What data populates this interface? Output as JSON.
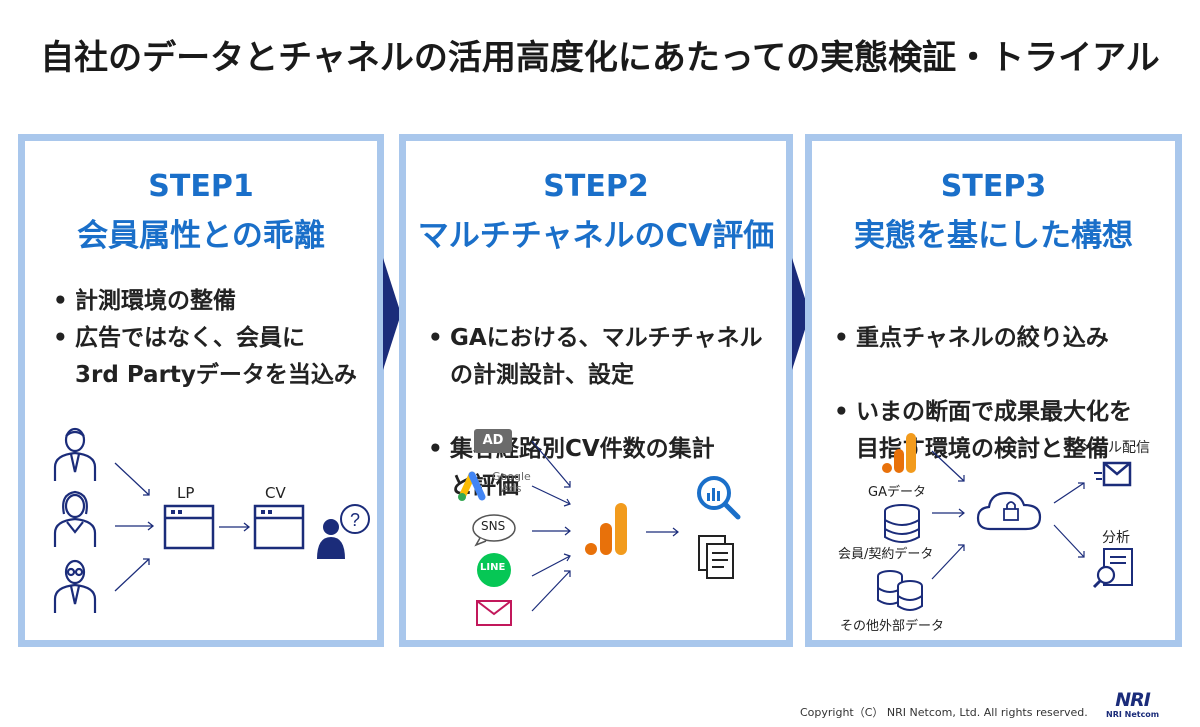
{
  "title": "自社のデータとチャネルの活用高度化にあたっての実態検証・トライアル",
  "steps": [
    {
      "number": "STEP1",
      "heading": "会員属性との乖離",
      "bullets": [
        "計測環境の整備",
        "広告ではなく、会員に\n3rd Partyデータを当込み"
      ],
      "labels": {
        "lp": "LP",
        "cv": "CV"
      }
    },
    {
      "number": "STEP2",
      "heading": "マルチチャネルのCV評価",
      "bullets": [
        "GAにおける、マルチチャネル\nの計測設計、設定",
        "集客経路別CV件数の集計\nと評価"
      ],
      "labels": {
        "ad": "AD",
        "google": "Google",
        "ads": "Ads",
        "sns": "SNS",
        "line": "LINE"
      }
    },
    {
      "number": "STEP3",
      "heading": "実態を基にした構想",
      "bullets": [
        "重点チャネルの絞り込み",
        "いまの断面で成果最大化を\n目指す環境の検討と整備"
      ],
      "labels": {
        "ga": "GAデータ",
        "member": "会員/契約データ",
        "other": "その他外部データ",
        "mail": "メール配信",
        "analysis": "分析"
      }
    }
  ],
  "footer": {
    "copyright": "Copyright（C） NRI Netcom, Ltd. All rights reserved.",
    "logo_big": "NRI",
    "logo_small": "NRI Netcom"
  },
  "colors": {
    "accent": "#1a6fc9",
    "navy": "#1b2c7a",
    "border": "#a9c7ec",
    "orange": "#f29b1d",
    "line_green": "#06c755",
    "mail_pink": "#c2185b"
  }
}
